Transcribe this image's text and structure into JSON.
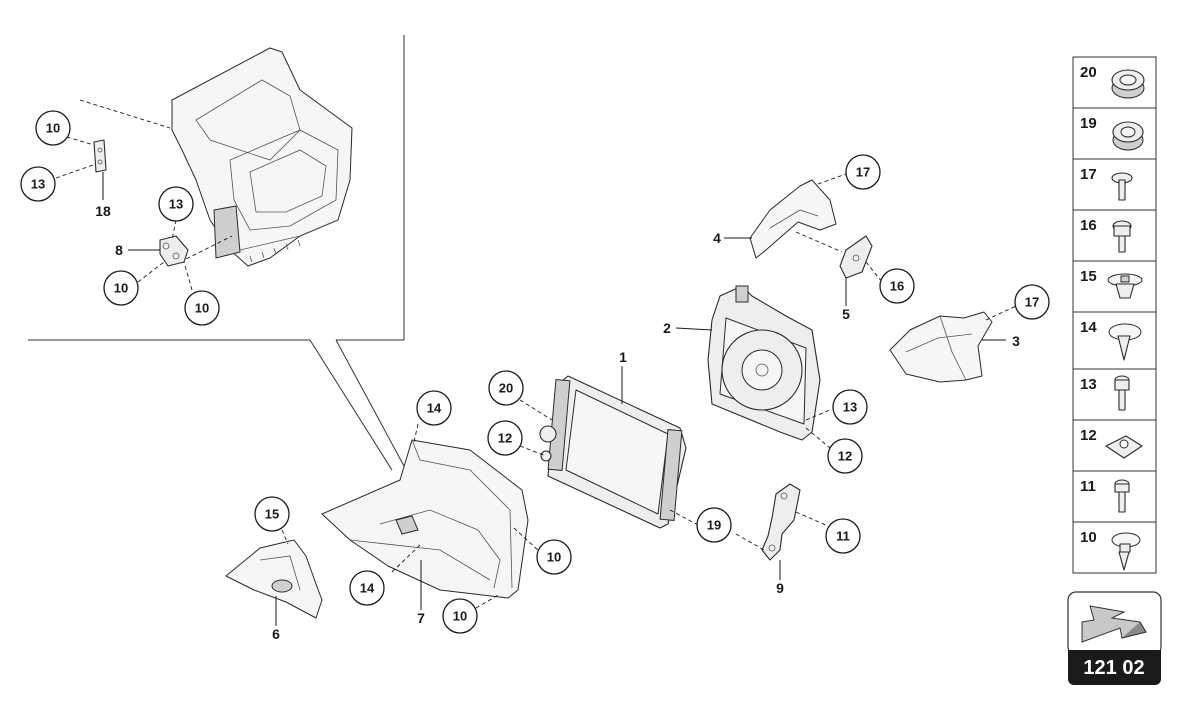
{
  "diagram_id": "121 02",
  "main_labels": [
    "1",
    "2",
    "3",
    "4",
    "5",
    "6",
    "7",
    "8",
    "9",
    "18"
  ],
  "callouts": [
    "10",
    "13",
    "13",
    "10",
    "10",
    "17",
    "16",
    "17",
    "20",
    "12",
    "13",
    "12",
    "14",
    "15",
    "14",
    "10",
    "10",
    "19",
    "11"
  ],
  "legend": [
    "20",
    "19",
    "17",
    "16",
    "15",
    "14",
    "13",
    "12",
    "11",
    "10"
  ],
  "icons": {
    "direction_arrow": "arrow-icon"
  }
}
